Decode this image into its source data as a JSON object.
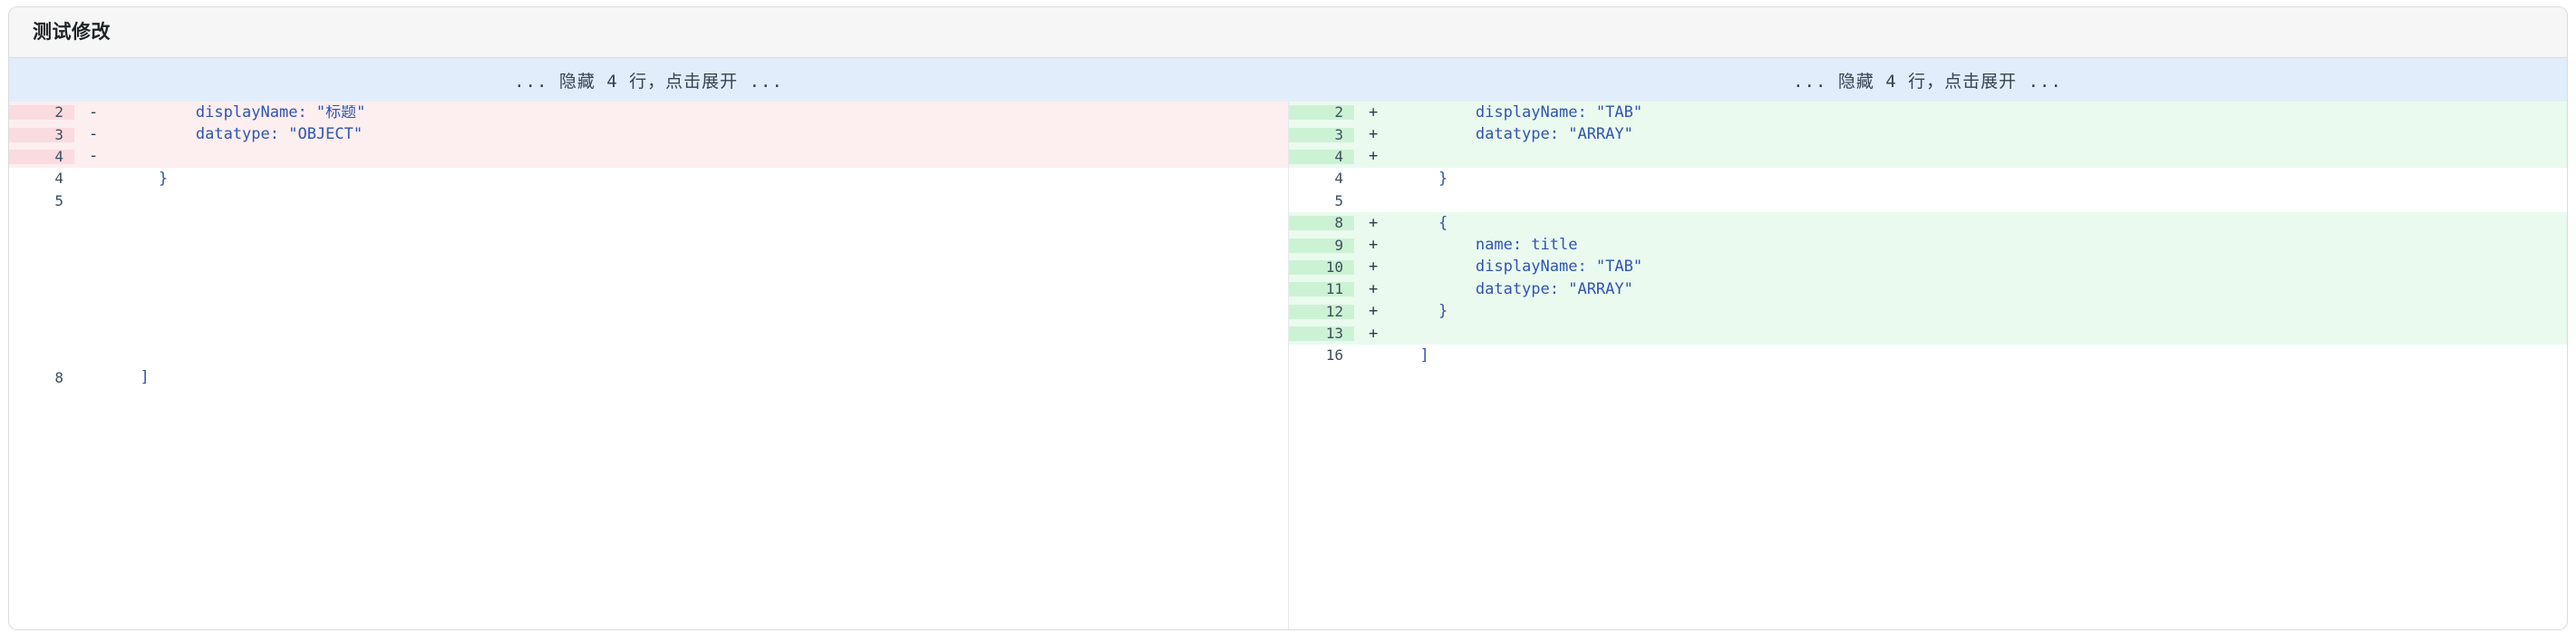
{
  "header": {
    "title": "测试修改"
  },
  "expand": {
    "left_label": "...  隐藏 4 行，点击展开  ...",
    "right_label": "...  隐藏 4 行，点击展开  ...",
    "hidden_count": 4
  },
  "colors": {
    "expand_bg": "#e2edfb",
    "delete_bg": "#fdeef0",
    "delete_gutter": "#fadbdf",
    "add_bg": "#eafaef",
    "add_gutter": "#ccf2d4",
    "code_text": "#2f55b0",
    "header_bg": "#f6f6f7",
    "border": "#d9dbdd"
  },
  "left_pane": {
    "lines": [
      {
        "num": "2",
        "marker": "-",
        "code": "        displayName: \"标题\"",
        "type": "del"
      },
      {
        "num": "3",
        "marker": "-",
        "code": "        datatype: \"OBJECT\"",
        "type": "del"
      },
      {
        "num": "4",
        "marker": "-",
        "code": "",
        "type": "del"
      },
      {
        "num": "4",
        "marker": "",
        "code": "    }",
        "type": "context"
      },
      {
        "num": "5",
        "marker": "",
        "code": "",
        "type": "context"
      },
      {
        "num": "",
        "marker": "",
        "code": "",
        "type": "filler"
      },
      {
        "num": "",
        "marker": "",
        "code": "",
        "type": "filler"
      },
      {
        "num": "",
        "marker": "",
        "code": "",
        "type": "filler"
      },
      {
        "num": "",
        "marker": "",
        "code": "",
        "type": "filler"
      },
      {
        "num": "",
        "marker": "",
        "code": "",
        "type": "filler"
      },
      {
        "num": "",
        "marker": "",
        "code": "",
        "type": "filler"
      },
      {
        "num": "",
        "marker": "",
        "code": "",
        "type": "filler"
      },
      {
        "num": "8",
        "marker": "",
        "code": "  ]",
        "type": "context"
      }
    ]
  },
  "right_pane": {
    "lines": [
      {
        "num": "2",
        "marker": "+",
        "code": "        displayName: \"TAB\"",
        "type": "add"
      },
      {
        "num": "3",
        "marker": "+",
        "code": "        datatype: \"ARRAY\"",
        "type": "add"
      },
      {
        "num": "4",
        "marker": "+",
        "code": "",
        "type": "add"
      },
      {
        "num": "4",
        "marker": "",
        "code": "    }",
        "type": "context"
      },
      {
        "num": "5",
        "marker": "",
        "code": "",
        "type": "context"
      },
      {
        "num": "8",
        "marker": "+",
        "code": "    {",
        "type": "add"
      },
      {
        "num": "9",
        "marker": "+",
        "code": "        name: title",
        "type": "add"
      },
      {
        "num": "10",
        "marker": "+",
        "code": "        displayName: \"TAB\"",
        "type": "add"
      },
      {
        "num": "11",
        "marker": "+",
        "code": "        datatype: \"ARRAY\"",
        "type": "add"
      },
      {
        "num": "12",
        "marker": "+",
        "code": "    }",
        "type": "add"
      },
      {
        "num": "13",
        "marker": "+",
        "code": "",
        "type": "add"
      },
      {
        "num": "16",
        "marker": "",
        "code": "  ]",
        "type": "context"
      }
    ]
  }
}
